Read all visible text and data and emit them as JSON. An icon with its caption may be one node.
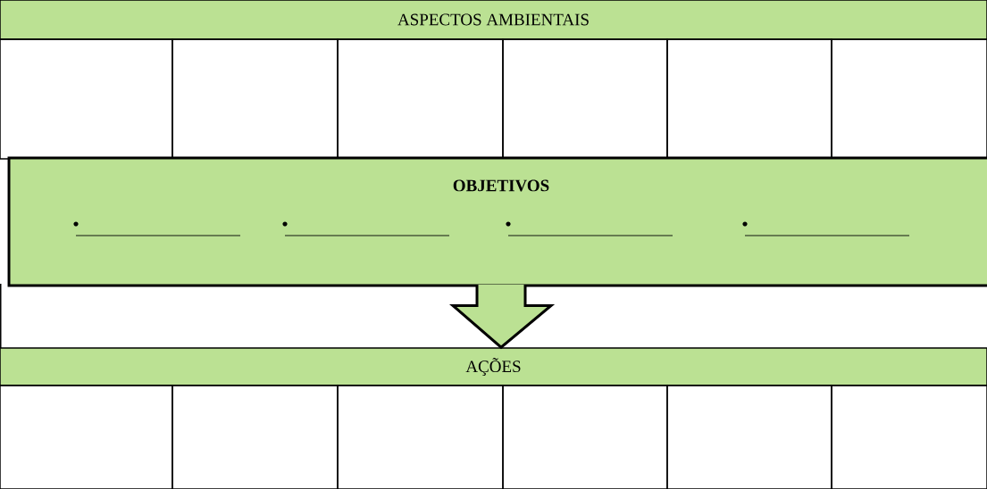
{
  "diagram": {
    "nodes": [
      {
        "text": [
          "ASPECTOS AMBIENTAIS"
        ]
      },
      {
        "text": [],
        "shape": "box"
      },
      {
        "text": [],
        "shape": "box"
      },
      {
        "text": [],
        "shape": "box"
      },
      {
        "text": [],
        "shape": "box"
      },
      {
        "text": [],
        "shape": "box"
      },
      {
        "text": [],
        "shape": "box"
      },
      {
        "text": [
          "OBJETIVOS"
        ]
      },
      {
        "text": [
          "AÇÕES"
        ]
      },
      {
        "text": [],
        "shape": "box"
      },
      {
        "text": [],
        "shape": "box"
      },
      {
        "text": [],
        "shape": "box"
      },
      {
        "text": [],
        "shape": "box"
      },
      {
        "text": [],
        "shape": "box"
      },
      {
        "text": [],
        "shape": "box"
      }
    ],
    "edges": [
      {
        "from": 7,
        "to": 8,
        "arrow": "to"
      }
    ]
  }
}
